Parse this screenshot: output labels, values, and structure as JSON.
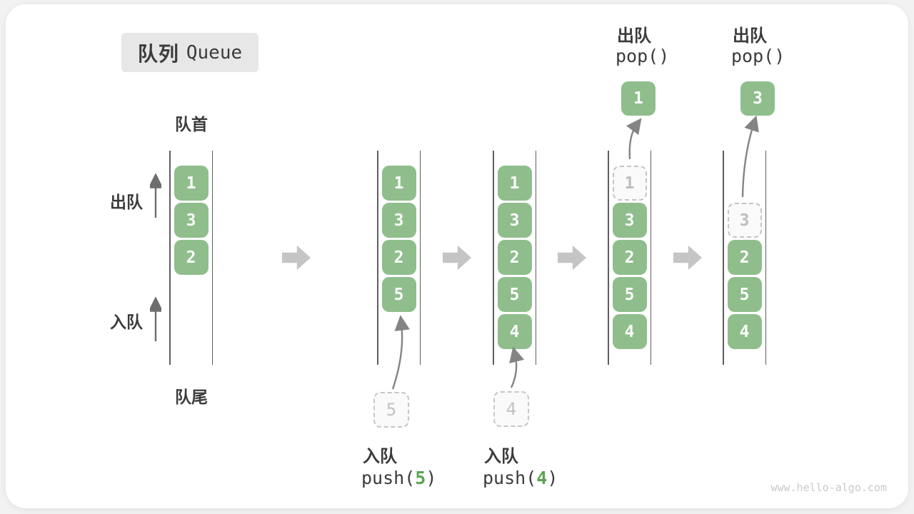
{
  "title": {
    "zh": "队列",
    "en": "Queue"
  },
  "labels": {
    "front": "队首",
    "rear": "队尾",
    "dequeue": "出队",
    "enqueue": "入队"
  },
  "ops": {
    "push5": {
      "label": "入队",
      "fn": "push(",
      "arg": "5",
      "close": ")"
    },
    "push4": {
      "label": "入队",
      "fn": "push(",
      "arg": "4",
      "close": ")"
    },
    "pop1": {
      "label": "出队",
      "code": "pop()"
    },
    "pop2": {
      "label": "出队",
      "code": "pop()"
    }
  },
  "states": [
    {
      "slots": [
        "1",
        "3",
        "2"
      ]
    },
    {
      "slots": [
        "1",
        "3",
        "2",
        "5"
      ],
      "incoming": "5"
    },
    {
      "slots": [
        "1",
        "3",
        "2",
        "5",
        "4"
      ],
      "incoming": "4"
    },
    {
      "ghost": "1",
      "slots": [
        "3",
        "2",
        "5",
        "4"
      ],
      "popped": "1"
    },
    {
      "ghost": "3",
      "slots": [
        "2",
        "5",
        "4"
      ],
      "popped": "3"
    }
  ],
  "colors": {
    "item_green": "#8fbe8c",
    "arg_green": "#5ba353",
    "text_dark": "#3b3b3b",
    "ghost_border": "#c4c4c4",
    "ghost_text": "#bebebe",
    "step_arrow_gray": "#c5c5c5",
    "thin_arrow_gray": "#7b7b7b",
    "title_bg": "#e7e7e7",
    "watermark_gray": "#c9c9c9"
  },
  "watermark": "www.hello-algo.com"
}
